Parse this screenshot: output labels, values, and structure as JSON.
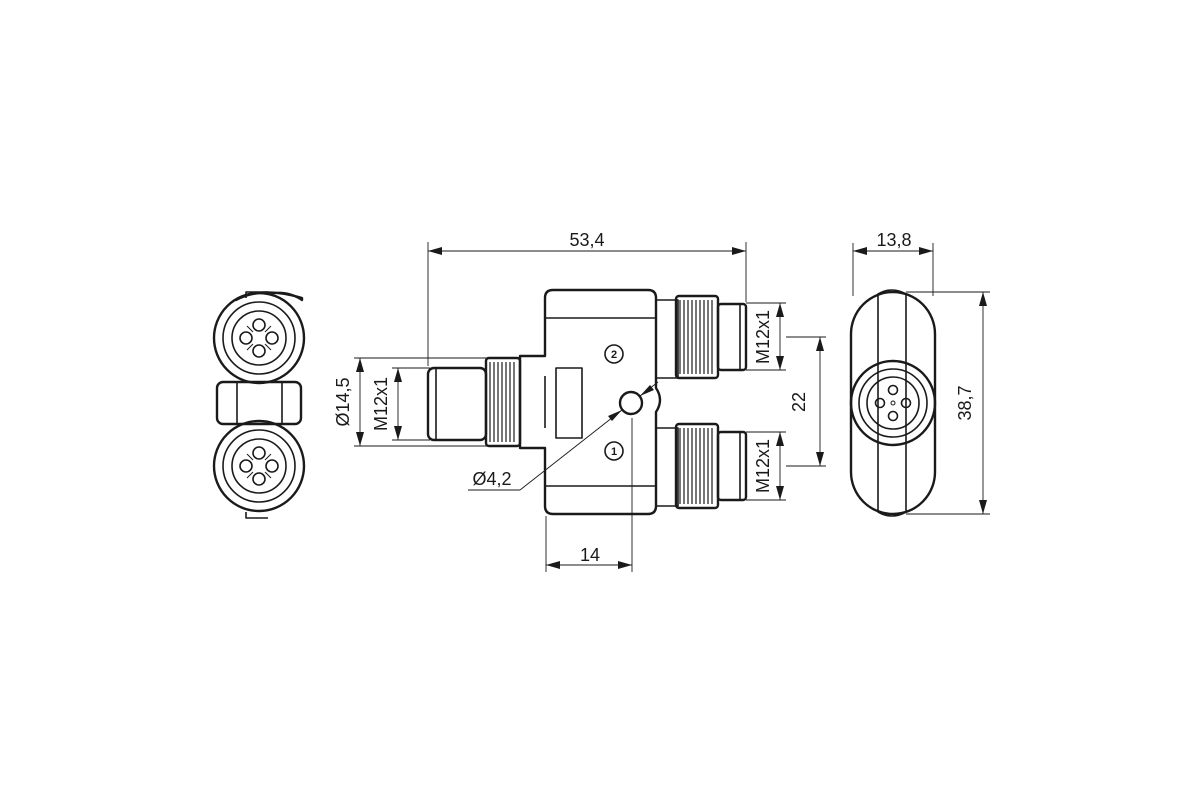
{
  "dimensions": {
    "overall_length": "53,4",
    "body_width_side": "13,8",
    "overall_height_side": "38,7",
    "outlet_spacing": "22",
    "body_length": "14",
    "mount_hole_diameter": "Ø4,2",
    "connector_diameter": "Ø14,5",
    "input_thread": "M12x1",
    "outlet2_thread": "M12x1",
    "outlet1_thread": "M12x1"
  },
  "port_markers": {
    "port_2": "2",
    "port_1": "1"
  }
}
